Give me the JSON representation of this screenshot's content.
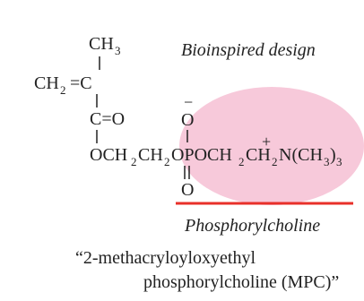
{
  "colors": {
    "ink": "#222222",
    "highlight": "#f6bfd4",
    "underline": "#e8302a"
  },
  "title": "Bioinspired design",
  "label": "Phosphorylcholine",
  "caption": {
    "line1": "“2-methacryloyloxyethyl",
    "line2": "phosphorylcholine (MPC)”"
  }
}
